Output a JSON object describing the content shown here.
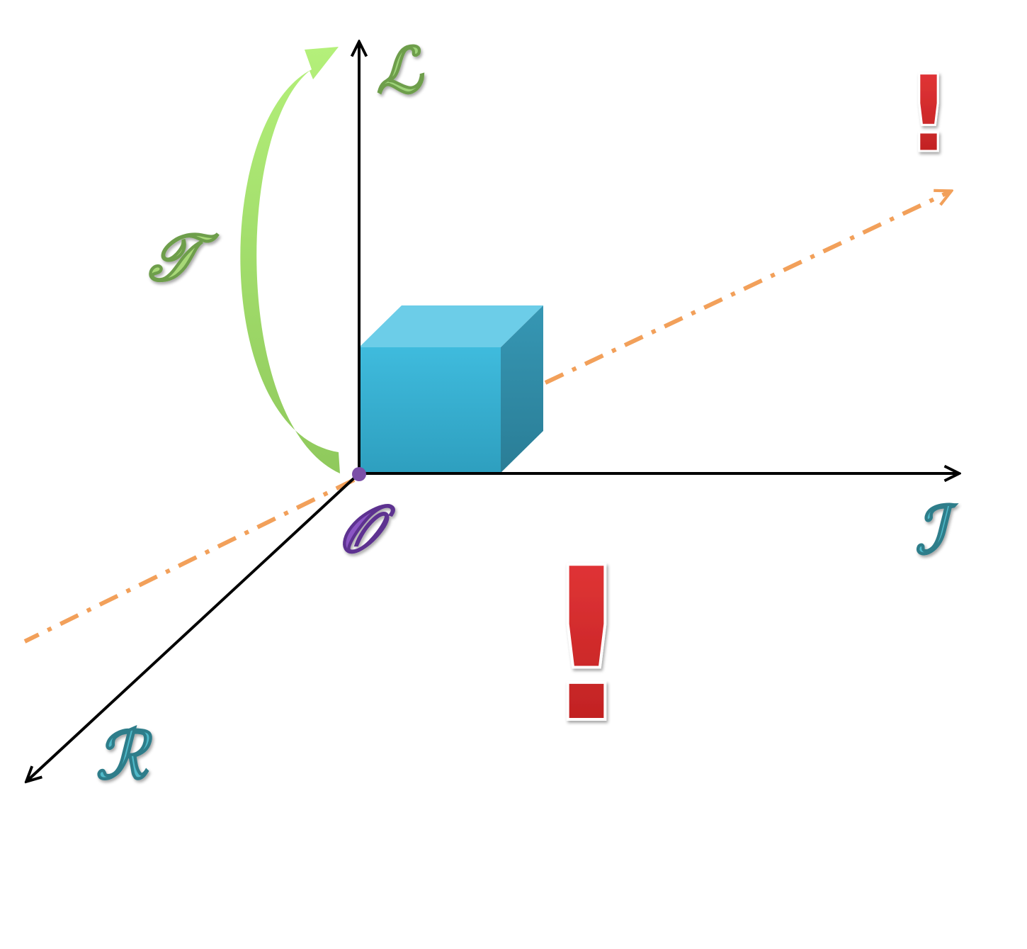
{
  "diagram": {
    "labels": {
      "vertical_axis": "ℒ",
      "horizontal_axis": "ℐ",
      "depth_axis": "ℛ",
      "origin": "𝒪",
      "rotation": "𝒯",
      "exclamation_large": "!",
      "exclamation_small": "!"
    },
    "colors": {
      "axis": "#000000",
      "rotation_arrow": "#9fde6a",
      "rotation_label": "#a8d878",
      "dashed_axis": "#f2a05a",
      "cube_front": "#3bb2d6",
      "cube_top": "#6ccde8",
      "cube_side": "#2f8aa6",
      "origin_dot": "#7b4fa8",
      "origin_label": "#8a55c4",
      "axis_label_teal": "#4fb9c9",
      "vertical_label": "#9fd47a",
      "exclamation": "#d22a2a"
    }
  }
}
